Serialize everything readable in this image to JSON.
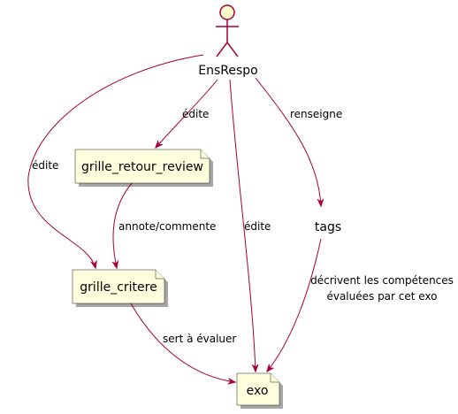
{
  "diagram": {
    "actor": {
      "label": "EnsRespo"
    },
    "nodes": {
      "grille_retour_review": "grille_retour_review",
      "grille_critere": "grille_critere",
      "tags": "tags",
      "exo": "exo"
    },
    "edges": {
      "edite_review": "édite",
      "edite_critere": "édite",
      "edite_exo": "édite",
      "renseigne": "renseigne",
      "annote_commente": "annote/commente",
      "sert_a_evaluer": "sert à évaluer",
      "decrivent_line1": "décrivent les compétences",
      "decrivent_line2": "évaluées par cet exo"
    }
  },
  "colors": {
    "edge": "#A80036",
    "note_fill": "#FEFFDD",
    "actor_fill": "#FEFECE",
    "outline": "#181818"
  }
}
